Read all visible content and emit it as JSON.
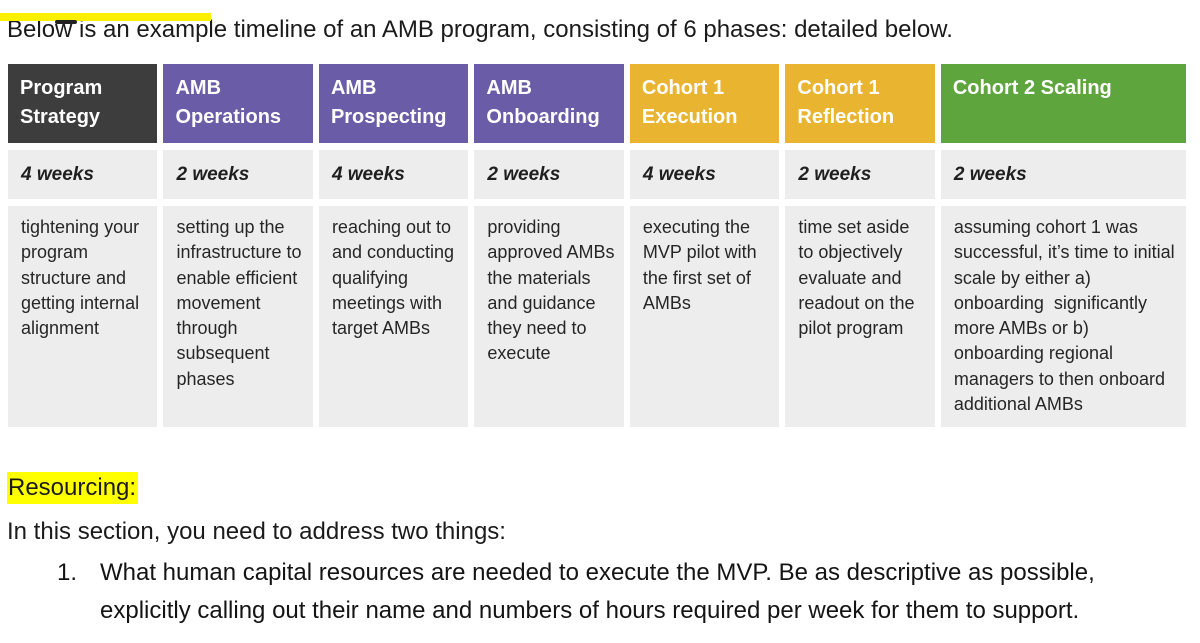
{
  "intro": "Below is an example timeline of an AMB program, consisting of 6 phases: detailed below.",
  "table": {
    "columns": [
      {
        "title": "Program Strategy",
        "duration": "4 weeks",
        "description": "tightening your program structure and getting internal alignment",
        "header_color": "#3D3D3D"
      },
      {
        "title": "AMB Operations",
        "duration": "2 weeks",
        "description": "setting up the infrastructure to enable efficient movement through subsequent phases",
        "header_color": "#6B5CA7"
      },
      {
        "title": "AMB Prospecting",
        "duration": "4 weeks",
        "description": "reaching out to and conducting qualifying meetings with target AMBs",
        "header_color": "#6B5CA7"
      },
      {
        "title": "AMB Onboarding",
        "duration": "2 weeks",
        "description": "providing approved AMBs the materials and guidance they need to execute",
        "header_color": "#6B5CA7"
      },
      {
        "title": "Cohort 1 Execution",
        "duration": "4 weeks",
        "description": "executing the MVP pilot with the first set of AMBs",
        "header_color": "#E9B42F"
      },
      {
        "title": "Cohort 1 Reflection",
        "duration": "2 weeks",
        "description": "time set aside to objectively evaluate and readout on the pilot program",
        "header_color": "#E9B42F"
      },
      {
        "title": "Cohort 2 Scaling",
        "duration": "2 weeks",
        "description": "assuming cohort 1 was successful, it’s time to initial scale by either a) onboarding  significantly more AMBs or b) onboarding regional managers to then onboard additional AMBs",
        "header_color": "#5EA53E"
      }
    ]
  },
  "resourcing": {
    "heading": "Resourcing:",
    "intro": "In this section, you need to address two things:",
    "items": [
      {
        "number": "1.",
        "text": "What human capital resources are needed to execute the MVP. Be as descriptive as possible, explicitly calling out their name and numbers of hours required per week for them to support."
      }
    ]
  },
  "colors": {
    "highlight_yellow": "#FFFF00",
    "top_remnant_yellow": "#FCF002",
    "header_dark": "#3D3D3D",
    "header_purple": "#6B5CA7",
    "header_gold": "#E9B42F",
    "header_green": "#5EA53E",
    "cell_gray": "#EDEDED"
  }
}
